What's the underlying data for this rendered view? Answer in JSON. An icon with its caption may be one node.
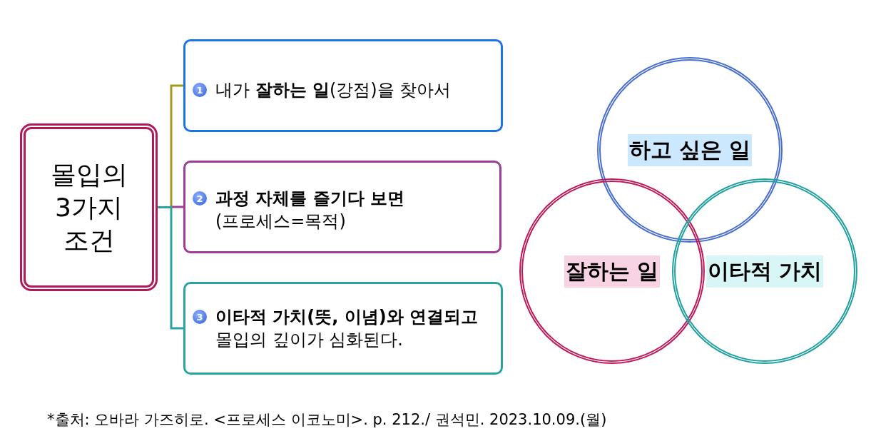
{
  "diagram": {
    "nodes": [
      {
        "text": [
          "몰입의 3가지 조건"
        ]
      },
      {
        "text": [
          "1",
          "내가 **잘하는 일**(강점)을 찾아서"
        ]
      },
      {
        "text": [
          "2",
          "과정 자체를 즐기다 보면",
          "(프로세스=목적)"
        ]
      },
      {
        "text": [
          "3",
          "이타적 가치(뜻, 이념)와 연결되고",
          "몰입의 깊이가 심화된다."
        ]
      },
      {
        "text": [
          "하고 싶은 일"
        ]
      },
      {
        "text": [
          "잘하는 일"
        ]
      },
      {
        "text": [
          "이타적 가치"
        ]
      }
    ],
    "edges": [
      {
        "from": 0,
        "to": 1,
        "arrow": "none",
        "color": "#a39a1c"
      },
      {
        "from": 0,
        "to": 2,
        "arrow": "none",
        "color": "#a03c96"
      },
      {
        "from": 0,
        "to": 3,
        "arrow": "none",
        "color": "#2aa3a0"
      }
    ],
    "labels": [
      "*출처: 오바라 가즈히로. <프로세스 이코노미>. p. 212./ 권석민. 2023.10.09.(월)"
    ]
  }
}
